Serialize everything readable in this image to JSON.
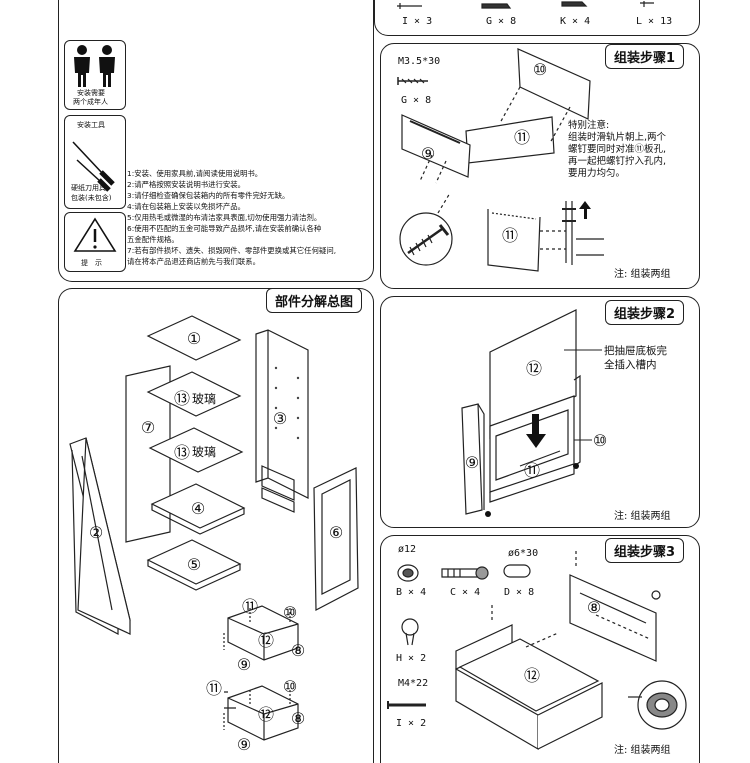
{
  "top_hardware": {
    "items": [
      "I × 3",
      "G × 8",
      "K × 4",
      "L × 13"
    ]
  },
  "left_info": {
    "install_person_label_1": "安装需要",
    "install_person_label_2": "两个成年人",
    "tools_label": "安装工具",
    "packaging_label_1": "硬纸刀用具",
    "packaging_label_2": "包装(未包含)",
    "warning_label": "提　示",
    "instructions": [
      "1:安装、使用家具前,请阅读使用说明书。",
      "2:请严格按照安装说明书进行安装。",
      "3:请仔细检查确保包装箱内的所有零件完好无缺。",
      "4:请在包装箱上安装以免损坏产品。",
      "5:仅用热毛或微湿的布清洁家具表面,切勿使用强力清洁剂。",
      "6:使用不匹配的五金可能导致产品损坏,请在安装前确认各种",
      "   五金配件规格。",
      "7:若有部件损坏、遗失、损毁网件、零部件更换或其它任何疑问,",
      "   请在将本产品退还商店前先与我们联系。"
    ]
  },
  "exploded_view": {
    "title": "部件分解总图",
    "glass_label": "玻璃",
    "parts": [
      "①",
      "②",
      "③",
      "④",
      "⑤",
      "⑥",
      "⑦",
      "⑧",
      "⑨",
      "⑩",
      "⑪",
      "⑫",
      "⑬"
    ]
  },
  "step1": {
    "title": "组装步骤1",
    "screw_spec": "M3.5*30",
    "screw_count": "G × 8",
    "note_title": "特别注意:",
    "note_lines": [
      "组装时滑轨片朝上,两个",
      "螺钉要同时对准⑪板孔,",
      "再一起把螺钉拧入孔内,",
      "要用力均匀。"
    ],
    "footer": "注: 组装两组"
  },
  "step2": {
    "title": "组装步骤2",
    "note_lines": [
      "把抽屉底板完",
      "全插入槽内"
    ],
    "footer": "注: 组装两组"
  },
  "step3": {
    "title": "组装步骤3",
    "hardware": [
      {
        "spec": "ø12",
        "count": "B × 4"
      },
      {
        "spec": "",
        "count": "C × 4"
      },
      {
        "spec": "ø6*30",
        "count": "D × 8"
      },
      {
        "spec": "",
        "count": "H × 2"
      },
      {
        "spec": "M4*22",
        "count": "I × 2"
      }
    ],
    "footer": "注: 组装两组"
  }
}
